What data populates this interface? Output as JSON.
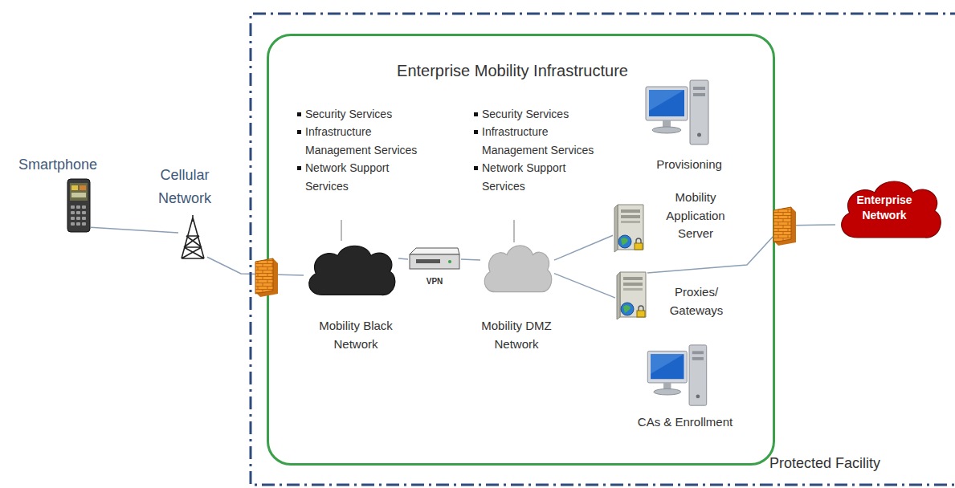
{
  "diagram": {
    "nodes": [
      {
        "text": [
          "Smartphone"
        ]
      },
      {
        "text": [
          "Cellular Network"
        ]
      },
      {
        "text": [
          "Protected Facility"
        ]
      },
      {
        "text": [
          "Enterprise Mobility Infrastructure"
        ],
        "in": 2
      },
      {
        "text": [
          "Security Services",
          "Infrastructure Management Services",
          "Network Support Services",
          "Mobility Black Network"
        ],
        "in": 3
      },
      {
        "text": [
          "VPN"
        ],
        "in": 3
      },
      {
        "text": [
          "Security Services",
          "Infrastructure Management Services",
          "Network Support Services",
          "Mobility DMZ Network"
        ],
        "in": 3
      },
      {
        "text": [
          "Provisioning"
        ],
        "in": 3
      },
      {
        "text": [
          "Mobility Application Server"
        ],
        "in": 3
      },
      {
        "text": [
          "Proxies/ Gateways"
        ],
        "in": 3
      },
      {
        "text": [
          "CAs & Enrollment"
        ],
        "in": 3
      },
      {
        "text": [
          "Enterprise Network"
        ],
        "in": 2
      }
    ],
    "edges": [
      {
        "from": 0,
        "to": 1,
        "arrow": "none"
      },
      {
        "from": 1,
        "to": 4,
        "arrow": "none"
      },
      {
        "from": 4,
        "to": 5,
        "arrow": "none"
      },
      {
        "from": 5,
        "to": 6,
        "arrow": "none"
      },
      {
        "from": 6,
        "to": 8,
        "arrow": "none"
      },
      {
        "from": 6,
        "to": 9,
        "arrow": "none"
      },
      {
        "from": 9,
        "to": 11,
        "arrow": "none"
      }
    ]
  }
}
